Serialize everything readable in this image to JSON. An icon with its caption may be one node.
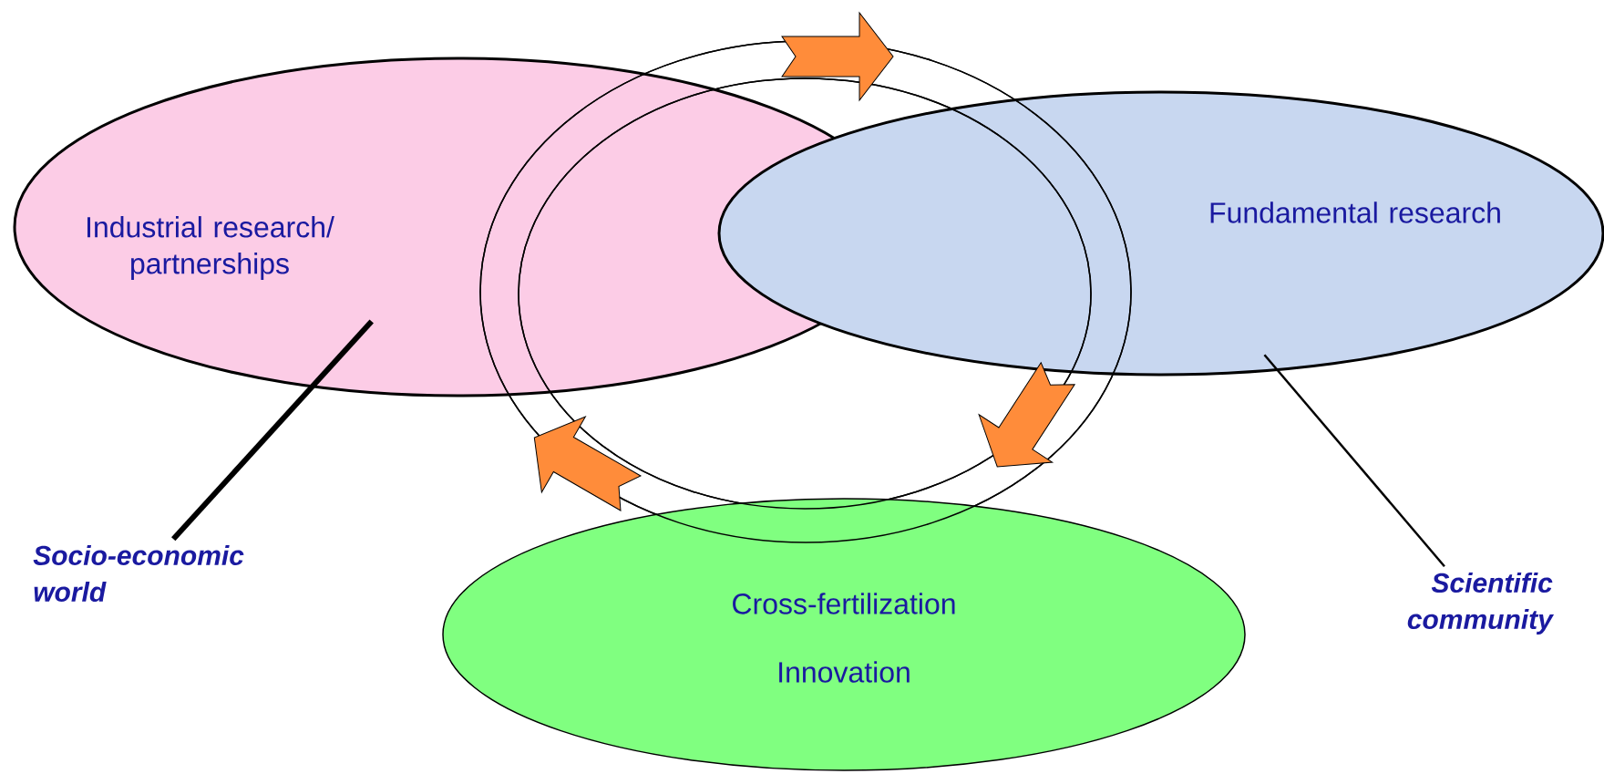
{
  "diagram": {
    "nodes": [
      {
        "text": [
          "Industrial research/ partnerships"
        ]
      },
      {
        "text": [
          "Fundamental research"
        ]
      },
      {
        "text": [
          "Cross-fertilization",
          "Innovation"
        ]
      },
      {
        "text": [
          "Socio-economic world"
        ]
      },
      {
        "text": [
          "Scientific community"
        ]
      }
    ],
    "edges": [
      {
        "from": 3,
        "to": 0,
        "arrow": "none",
        "style": "thick"
      },
      {
        "from": 4,
        "to": 1,
        "arrow": "none"
      },
      {
        "from": 0,
        "to": 1,
        "arrow": "to"
      },
      {
        "from": 1,
        "to": 2,
        "arrow": "to"
      },
      {
        "from": 2,
        "to": 0,
        "arrow": "to"
      }
    ]
  }
}
